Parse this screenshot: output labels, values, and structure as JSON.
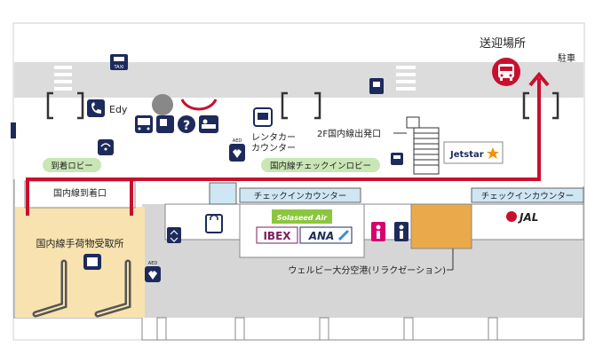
{
  "labels": {
    "pickup_area": "送迎場所",
    "parking_cut": "駐車",
    "rental_car": "レンタカー",
    "rental_car_2": "カウンター",
    "departure_2f": "2F国内線出発口",
    "arrival_lobby": "到着ロビー",
    "checkin_lobby": "国内線チェックインロビー",
    "arrival_gate": "国内線到着口",
    "checkin_counter_1": "チェックインカウンター",
    "checkin_counter_2": "チェックインカウンター",
    "baggage_claim": "国内線手荷物受取所",
    "relaxation": "ウェルビー大分空港(リラクゼーション)"
  },
  "airlines": {
    "solaseed": "Solaseed Air",
    "ibex": "IBEX",
    "ana": "ANA",
    "jetstar": "Jetstar",
    "jal": "JAL"
  },
  "icon_text": {
    "taxi": "TAXI",
    "edy": "Edy",
    "aed": "AED",
    "wifi": "Wi-Fi",
    "question": "?"
  },
  "colors": {
    "route_red": "#c8102e",
    "road_gray": "#dcdcdc",
    "counter_blue": "#cfe6f3",
    "baggage_cream": "#f8e3b0",
    "lobby_green": "#c9e6b5",
    "relax_orange": "#eaa94a",
    "icon_navy": "#1d2a5c"
  }
}
